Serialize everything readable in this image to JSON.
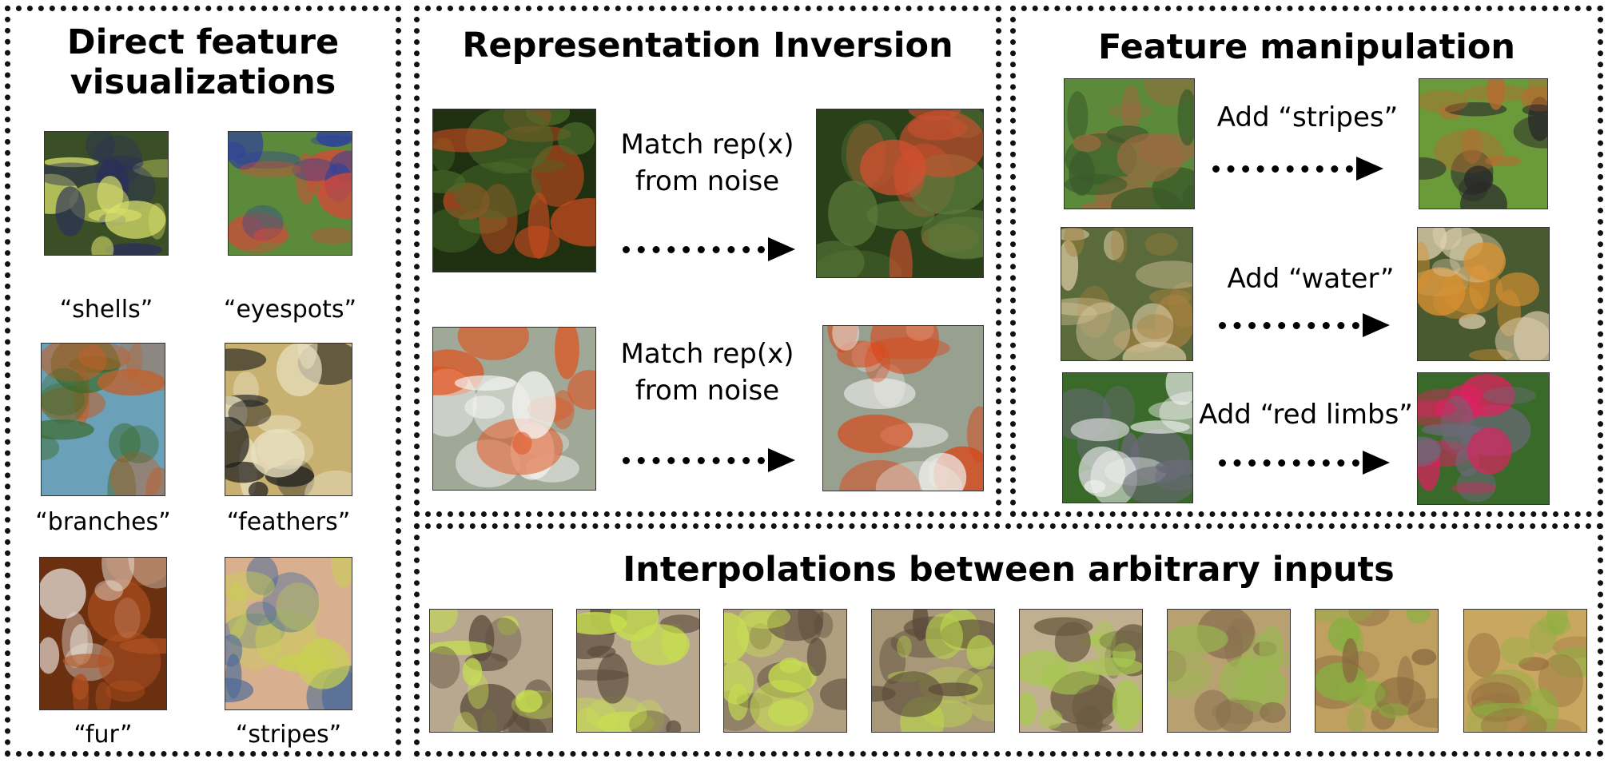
{
  "panels": {
    "direct": {
      "title_line1": "Direct feature",
      "title_line2": "visualizations",
      "items": [
        {
          "caption": "“shells”",
          "colors": [
            "#3a4f26",
            "#d8e06a",
            "#2a2f5a"
          ]
        },
        {
          "caption": "“eyespots”",
          "colors": [
            "#5a8a3a",
            "#d24a3a",
            "#2d3fa0"
          ]
        },
        {
          "caption": "“branches”",
          "colors": [
            "#6aa0b8",
            "#c0602a",
            "#3a6a2a"
          ]
        },
        {
          "caption": "“feathers”",
          "colors": [
            "#c8b070",
            "#1e1e1e",
            "#e8e0c0"
          ]
        },
        {
          "caption": "“fur”",
          "colors": [
            "#6a3010",
            "#e8e0d8",
            "#b05020"
          ]
        },
        {
          "caption": "“stripes”",
          "colors": [
            "#d8b090",
            "#4a6a9a",
            "#c8d050"
          ]
        }
      ]
    },
    "inversion": {
      "title": "Representation Inversion",
      "rows": [
        {
          "label_line1": "Match rep(x)",
          "label_line2": "from noise",
          "in_colors": [
            "#1e3010",
            "#4a6a2a",
            "#c24a20"
          ],
          "out_colors": [
            "#2a4018",
            "#5a7a3a",
            "#d05030"
          ]
        },
        {
          "label_line1": "Match rep(x)",
          "label_line2": "from noise",
          "in_colors": [
            "#a0a898",
            "#f4f4f2",
            "#e0501a"
          ],
          "out_colors": [
            "#98a090",
            "#eeeeea",
            "#d8481a"
          ]
        }
      ]
    },
    "manipulation": {
      "title": "Feature manipulation",
      "rows": [
        {
          "label": "Add “stripes”",
          "in_colors": [
            "#5a8a3a",
            "#9a6a40",
            "#3a5a2a"
          ],
          "out_colors": [
            "#6a9a3a",
            "#b86a30",
            "#2a2a2a"
          ]
        },
        {
          "label": "Add “water”",
          "in_colors": [
            "#5a6a3a",
            "#d8c8a0",
            "#a88040"
          ],
          "out_colors": [
            "#4a5a30",
            "#e0d0b0",
            "#d89030"
          ]
        },
        {
          "label": "Add “red limbs”",
          "in_colors": [
            "#3a6a2a",
            "#6a6a78",
            "#f0f0f0"
          ],
          "out_colors": [
            "#3a6a2a",
            "#6a6a78",
            "#e02060"
          ]
        }
      ]
    },
    "interp": {
      "title": "Interpolations between arbitrary inputs",
      "frames": [
        {
          "colors": [
            "#b8a890",
            "#5a4a3a",
            "#c8e050"
          ]
        },
        {
          "colors": [
            "#b8a890",
            "#5a4a3a",
            "#c8e050"
          ]
        },
        {
          "colors": [
            "#b0a080",
            "#5a4a3a",
            "#c8e050"
          ]
        },
        {
          "colors": [
            "#a89878",
            "#5a4a3a",
            "#b8d050"
          ]
        },
        {
          "colors": [
            "#c0b090",
            "#6a5a40",
            "#a8c850"
          ]
        },
        {
          "colors": [
            "#b8a070",
            "#8a7050",
            "#98b850"
          ]
        },
        {
          "colors": [
            "#c0a060",
            "#8a6a40",
            "#88b040"
          ]
        },
        {
          "colors": [
            "#c8a860",
            "#9a7040",
            "#8ab040"
          ]
        }
      ]
    }
  }
}
